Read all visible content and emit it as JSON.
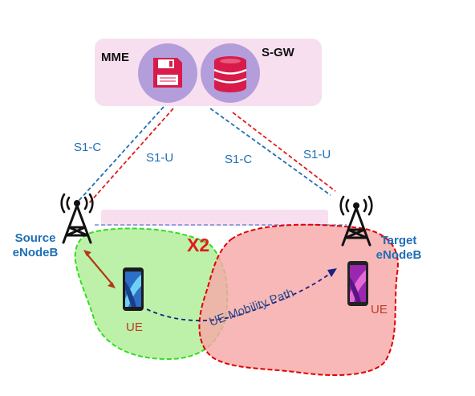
{
  "core": {
    "mme_label": "MME",
    "sgw_label": "S-GW"
  },
  "interfaces": {
    "left_s1c": "S1-C",
    "left_s1u": "S1-U",
    "right_s1c": "S1-C",
    "right_s1u": "S1-U",
    "x2": "X2"
  },
  "source": {
    "label_line1": "Source",
    "label_line2": "eNodeB",
    "ue_label": "UE"
  },
  "target": {
    "label_line1": "Target",
    "label_line2": "eNodeB",
    "ue_label": "UE"
  },
  "mobility_path_label": "UE Mobility Path",
  "colors": {
    "core_box": "#f7dff0",
    "icon_circle": "#b39ddb",
    "icon_red": "#d81b4a",
    "s1c_line": "#1f6fb5",
    "s1u_line": "#e21b1b",
    "source_cell_fill": "#b6f0a0",
    "source_cell_border": "#33dd22",
    "target_cell_fill": "#f7a8a8",
    "target_cell_border": "#e00000",
    "mobility_path": "#1a237e"
  }
}
